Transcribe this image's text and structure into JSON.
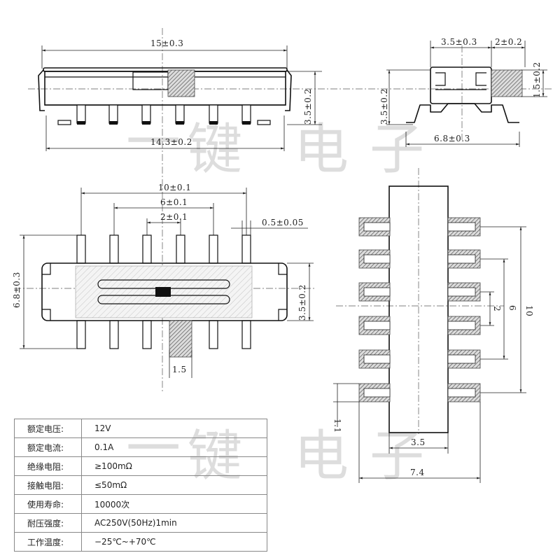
{
  "watermark": {
    "chars": [
      "一",
      "键",
      "电",
      "子"
    ]
  },
  "side_view": {
    "overall_length": "15±0.3",
    "lead_span": "14.3±0.2",
    "height": "3.5±0.2"
  },
  "end_view": {
    "body_width": "3.5±0.3",
    "actuator_length": "2±0.2",
    "actuator_height": "1.5±0.2",
    "height": "3.5±0.2",
    "lead_width": "6.8±0.3"
  },
  "top_view": {
    "pitch_outer": "10±0.1",
    "pitch_mid": "6±0.1",
    "pitch_inner": "2±0.1",
    "pin_width": "0.5±0.05",
    "overall_width": "6.8±0.3",
    "body_width": "3.5±0.2",
    "actuator_width": "1.5"
  },
  "footprint": {
    "span_10": "10",
    "span_6": "6",
    "span_2": "2",
    "pad_width": "1.1",
    "inner_gap": "3.5",
    "overall": "7.4"
  },
  "specs": [
    {
      "label": "额定电压:",
      "value": "12V"
    },
    {
      "label": "额定电流:",
      "value": "0.1A"
    },
    {
      "label": "绝缘电阻:",
      "value": "≥100mΩ"
    },
    {
      "label": "接触电阻:",
      "value": "≤50mΩ"
    },
    {
      "label": "使用寿命:",
      "value": "10000次"
    },
    {
      "label": "耐压强度:",
      "value": "AC250V(50Hz)1min"
    },
    {
      "label": "工作温度:",
      "value": "−25℃~+70℃"
    }
  ]
}
